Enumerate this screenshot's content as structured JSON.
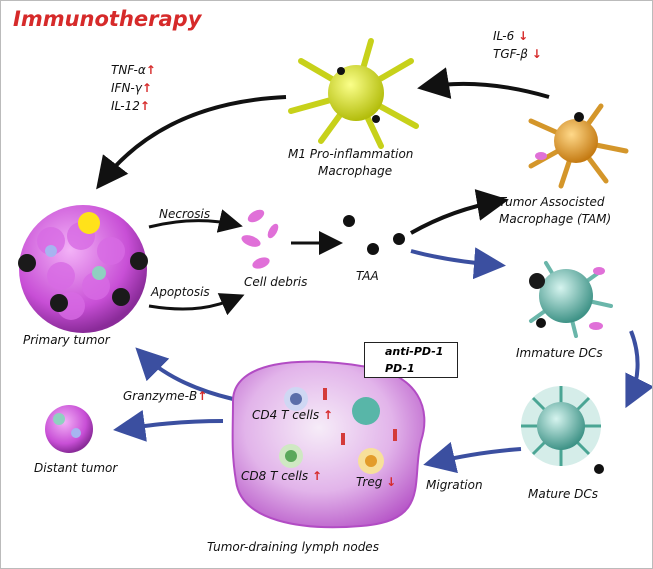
{
  "title": "Immunotherapy",
  "cytokines_up": [
    {
      "name": "TNF-α",
      "arrow": "↑"
    },
    {
      "name": "IFN-γ",
      "arrow": "↑"
    },
    {
      "name": "IL-12",
      "arrow": "↑"
    }
  ],
  "cytokines_down": [
    {
      "name": "IL-6",
      "arrow": "↓"
    },
    {
      "name": "TGF-β",
      "arrow": "↓"
    }
  ],
  "labels": {
    "m1_line1": "M1 Pro-inflammation",
    "m1_line2": "Macrophage",
    "tam_line1": "Tumor Associsted",
    "tam_line2": "Macrophage (TAM)",
    "necrosis": "Necrosis",
    "apoptosis": "Apoptosis",
    "cell_debris": "Cell debris",
    "taa": "TAA",
    "primary_tumor": "Primary tumor",
    "immature_dcs": "Immature DCs",
    "mature_dcs": "Mature DCs",
    "migration": "Migration",
    "granzyme": "Granzyme-B",
    "granzyme_arrow": "↑",
    "distant_tumor": "Distant tumor",
    "cd4": "CD4 T cells",
    "cd4_arrow": "↑",
    "cd8": "CD8 T cells",
    "cd8_arrow": "↑",
    "treg": "Treg",
    "treg_arrow": "↓",
    "lymph_nodes": "Tumor-draining lymph nodes"
  },
  "legend": {
    "anti_pd1": "anti-PD-1",
    "pd1": "PD-1"
  },
  "colors": {
    "title": "#d62a2a",
    "arrow_dark": "#111111",
    "arrow_blue": "#3b4fa0",
    "tumor": "#c84fd6",
    "lymph": "#c25fd0",
    "dc": "#58b6a8",
    "m1": "#d6e21a",
    "tam": "#e2a030",
    "debris": "#e070d8"
  }
}
